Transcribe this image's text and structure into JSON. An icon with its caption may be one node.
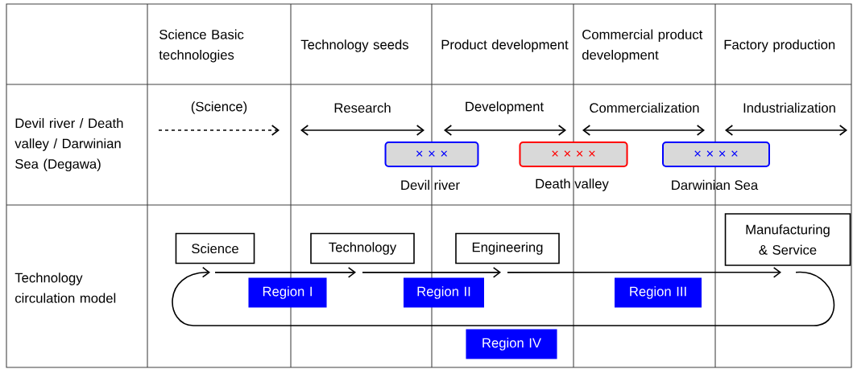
{
  "diagram": {
    "nodes": [
      {
        "text": [
          "× × ×"
        ],
        "beside": [
          "Devil river"
        ]
      },
      {
        "text": [
          "× × × ×"
        ],
        "beside": [
          "Death valley"
        ]
      },
      {
        "text": [
          "× × × ×"
        ],
        "beside": [
          "Darwinian Sea"
        ]
      },
      {
        "text": [
          "Science"
        ]
      },
      {
        "text": [
          "Technology"
        ]
      },
      {
        "text": [
          "Engineering"
        ]
      },
      {
        "text": [
          "Manufacturing & Service"
        ]
      },
      {
        "text": [
          "Region I"
        ]
      },
      {
        "text": [
          "Region II"
        ]
      },
      {
        "text": [
          "Region III"
        ]
      },
      {
        "text": [
          "Region IV"
        ]
      }
    ],
    "edges": [
      {
        "from": 3,
        "to": 4,
        "arrow": "to"
      },
      {
        "from": 4,
        "to": 5,
        "arrow": "to"
      },
      {
        "from": 5,
        "to": 6,
        "arrow": "to"
      },
      {
        "from": 6,
        "to": 3,
        "arrow": "to"
      }
    ],
    "labels": [
      "Science Basic technologies",
      "Technology seeds",
      "Product development",
      "Commercial product development",
      "Factory production",
      "Devil river / Death valley / Darwinian Sea (Degawa)",
      "(Science)",
      "Research",
      "Development",
      "Commercialization",
      "Industrialization",
      "Technology circulation model"
    ]
  }
}
